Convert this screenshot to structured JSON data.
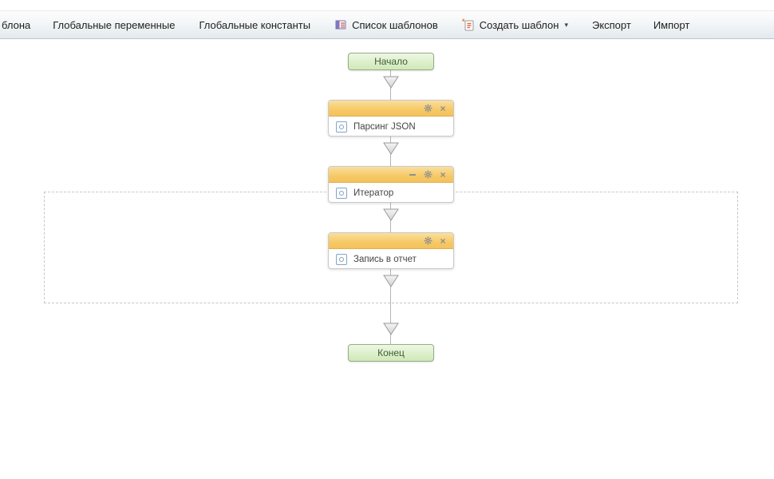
{
  "toolbar": {
    "items": [
      {
        "label": "блона"
      },
      {
        "label": "Глобальные переменные"
      },
      {
        "label": "Глобальные константы"
      },
      {
        "label": "Список шаблонов",
        "icon": "template-list-icon"
      },
      {
        "label": "Создать шаблон",
        "icon": "create-template-icon",
        "dropdown_arrow": "▾"
      },
      {
        "label": "Экспорт"
      },
      {
        "label": "Импорт"
      }
    ]
  },
  "flowchart": {
    "start_label": "Начало",
    "end_label": "Конец",
    "nodes": [
      {
        "title": "Парсинг JSON",
        "controls": [
          "gear",
          "close"
        ]
      },
      {
        "title": "Итератор",
        "controls": [
          "minimize",
          "gear",
          "close"
        ]
      },
      {
        "title": "Запись в отчет",
        "controls": [
          "gear",
          "close"
        ]
      }
    ]
  },
  "colors": {
    "node_header_orange": "#f6c966",
    "terminal_green": "#dff0cd",
    "terminal_border": "#94ad83",
    "connector_gray": "#b6b6b6",
    "toolbar_gradient_bottom": "#e3e9ee",
    "dashed_border": "#c6c6c6"
  }
}
